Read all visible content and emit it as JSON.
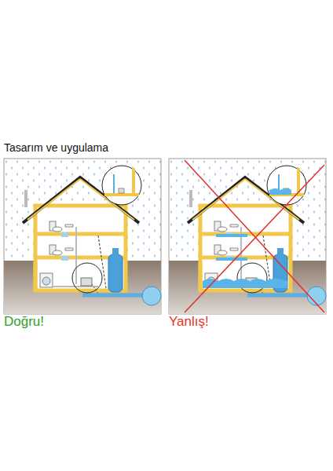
{
  "diagram": {
    "title": "Tasarım ve uygulama",
    "labels": [
      "Doğru!",
      "Yanlış!"
    ]
  }
}
